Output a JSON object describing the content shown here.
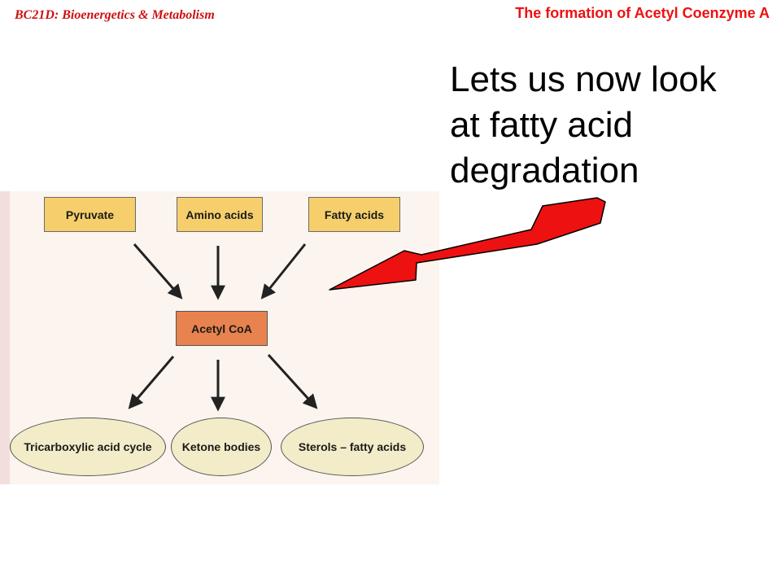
{
  "header": {
    "course": "BC21D: Bioenergetics & Metabolism",
    "title": "The formation of Acetyl Coenzyme A"
  },
  "callout": {
    "lines": [
      "Lets us now look",
      "at fatty acid",
      "degradation"
    ]
  },
  "diagram": {
    "sources": [
      "Pyruvate",
      "Amino acids",
      "Fatty acids"
    ],
    "hub": "Acetyl CoA",
    "products": [
      "Tricarboxylic acid cycle",
      "Ketone bodies",
      "Sterols – fatty acids"
    ]
  },
  "colors": {
    "header_text": "#ee1111",
    "source_box": "#f6cf6c",
    "hub_box": "#e8824e",
    "product_oval": "#f2ecc8",
    "pointer_arrow": "#ee1111"
  },
  "icons": {
    "pointer": "red-arrow-icon"
  }
}
